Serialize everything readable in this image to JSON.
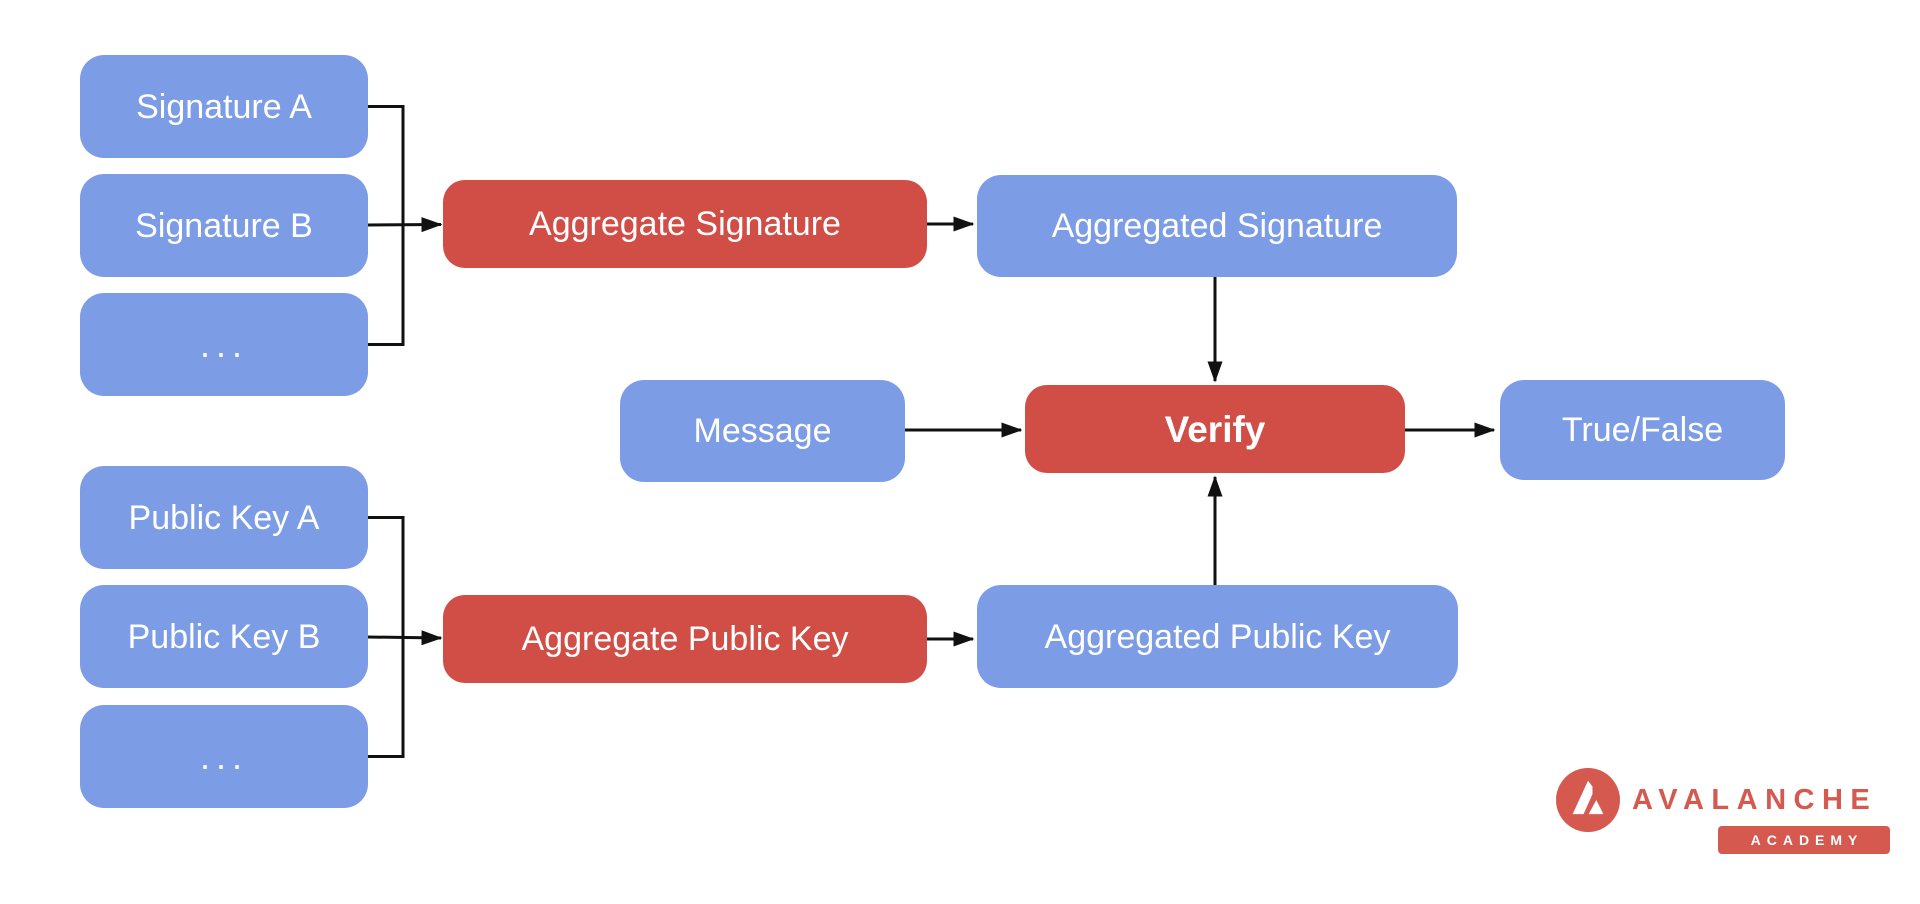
{
  "colors": {
    "background": "#ffffff",
    "node_blue": "#7c9ce5",
    "node_red": "#d14e46",
    "arrow": "#111111",
    "logo_red": "#d6594f"
  },
  "diagram": {
    "nodes": {
      "signature_a": {
        "label": "Signature A",
        "color": "blue"
      },
      "signature_b": {
        "label": "Signature B",
        "color": "blue"
      },
      "signature_more": {
        "label": "...",
        "color": "blue"
      },
      "aggregate_signature": {
        "label": "Aggregate Signature",
        "color": "red"
      },
      "aggregated_signature": {
        "label": "Aggregated Signature",
        "color": "blue"
      },
      "message": {
        "label": "Message",
        "color": "blue"
      },
      "verify": {
        "label": "Verify",
        "color": "red"
      },
      "true_false": {
        "label": "True/False",
        "color": "blue"
      },
      "public_key_a": {
        "label": "Public Key A",
        "color": "blue"
      },
      "public_key_b": {
        "label": "Public Key B",
        "color": "blue"
      },
      "public_key_more": {
        "label": "...",
        "color": "blue"
      },
      "aggregate_public_key": {
        "label": "Aggregate Public Key",
        "color": "red"
      },
      "aggregated_public_key": {
        "label": "Aggregated Public Key",
        "color": "blue"
      }
    },
    "edges": [
      {
        "from": "signature_a",
        "to": "aggregate_signature"
      },
      {
        "from": "signature_b",
        "to": "aggregate_signature"
      },
      {
        "from": "signature_more",
        "to": "aggregate_signature"
      },
      {
        "from": "aggregate_signature",
        "to": "aggregated_signature"
      },
      {
        "from": "aggregated_signature",
        "to": "verify"
      },
      {
        "from": "message",
        "to": "verify"
      },
      {
        "from": "aggregated_public_key",
        "to": "verify"
      },
      {
        "from": "verify",
        "to": "true_false"
      },
      {
        "from": "public_key_a",
        "to": "aggregate_public_key"
      },
      {
        "from": "public_key_b",
        "to": "aggregate_public_key"
      },
      {
        "from": "public_key_more",
        "to": "aggregate_public_key"
      },
      {
        "from": "aggregate_public_key",
        "to": "aggregated_public_key"
      }
    ]
  },
  "logo": {
    "brand": "AVALANCHE",
    "badge": "ACADEMY"
  }
}
